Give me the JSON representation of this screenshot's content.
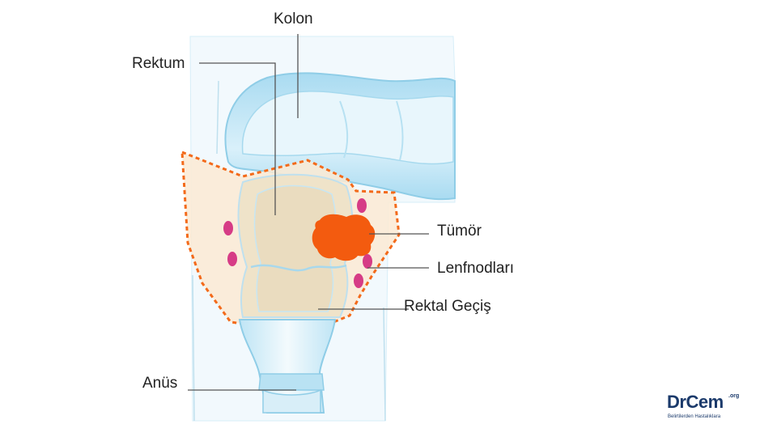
{
  "labels": {
    "kolon": "Kolon",
    "rektum": "Rektum",
    "tumor": "Tümör",
    "lenfnodlari": "Lenfnodları",
    "rektal_gecis": "Rektal Geçiş",
    "anus": "Anüs"
  },
  "logo": {
    "dr": "Dr",
    "cem": "Cem",
    "org": ".org",
    "tagline": "Belirtilerden Hastalıklara"
  },
  "colors": {
    "tumor": "#f35b0f",
    "lymph_node": "#d63c86",
    "tissue_outline": "#f36a1a",
    "colon_fill": "#cdeaf6",
    "colon_stroke": "#9fd3ea",
    "logo": "#1b3a6b"
  }
}
